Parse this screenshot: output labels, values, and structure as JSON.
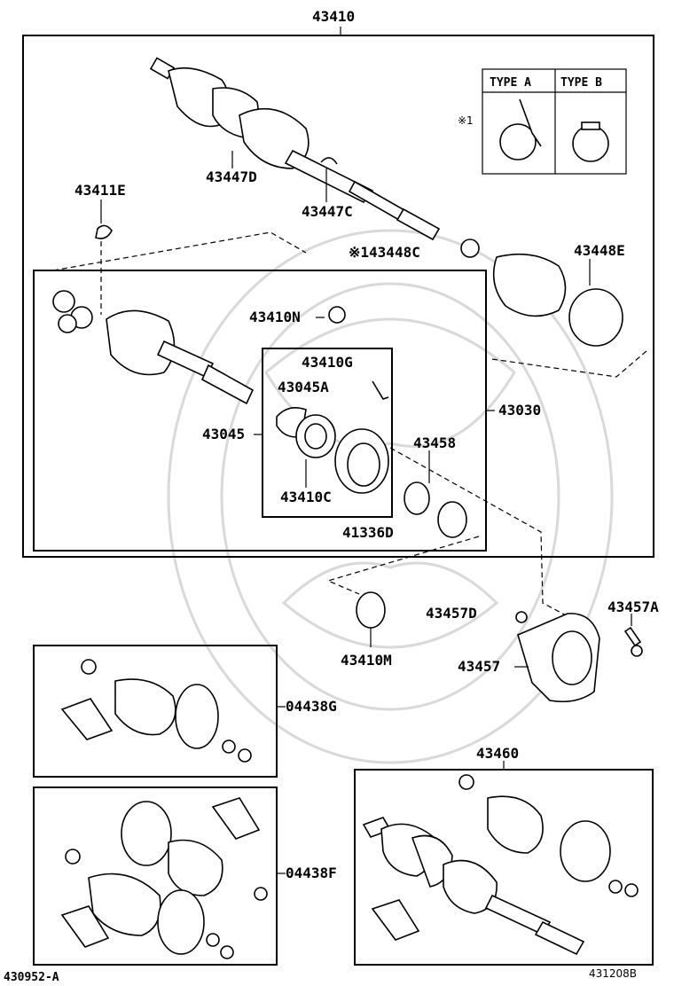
{
  "labels": {
    "p43410": "43410",
    "p43447D": "43447D",
    "p43447C": "43447C",
    "p43411E": "43411E",
    "p43448C": "※143448C",
    "p43448E": "43448E",
    "p43410N": "43410N",
    "p43410G": "43410G",
    "p43045A": "43045A",
    "p43045": "43045",
    "p43410C": "43410C",
    "p43030": "43030",
    "p43458": "43458",
    "p41336D": "41336D",
    "p43410M": "43410M",
    "p43457D": "43457D",
    "p43457A": "43457A",
    "p43457": "43457",
    "p04438G": "04438G",
    "p43460": "43460",
    "p04438F": "04438F",
    "footer_left": "430952-A",
    "footer_right": "431208B"
  },
  "inset": {
    "marker": "※1",
    "type_a": "TYPE A",
    "type_b": "TYPE B"
  },
  "colors": {
    "ink": "#000000",
    "watermark": "#d9d9d9",
    "background": "#ffffff"
  }
}
